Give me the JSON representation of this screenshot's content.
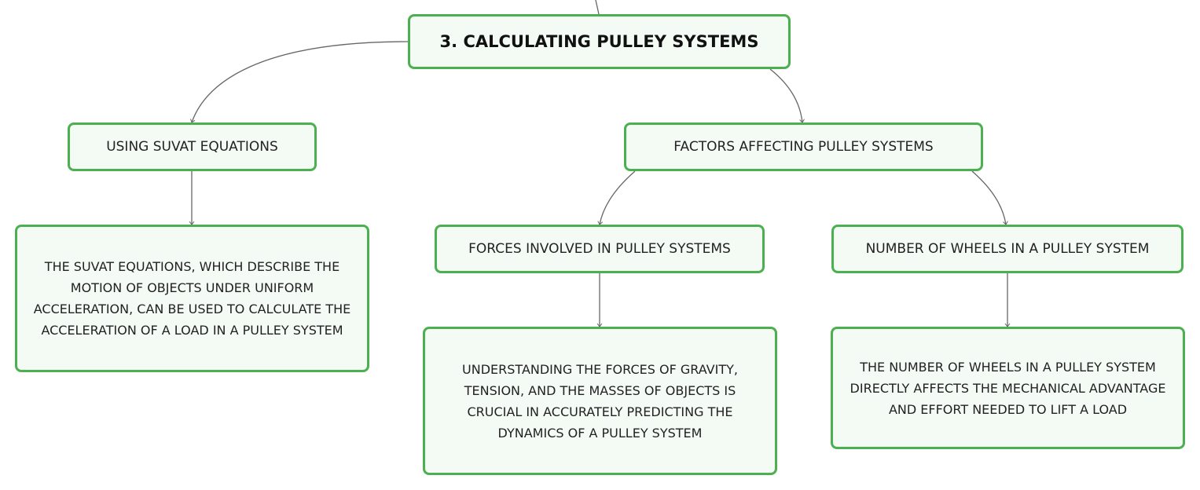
{
  "diagram": {
    "colors": {
      "border": "#4caf50",
      "fill": "#f4fbf5",
      "text": "#222222",
      "connector": "#666666"
    },
    "root": {
      "label": "3. CALCULATING PULLEY SYSTEMS"
    },
    "suvat": {
      "label": "USING SUVAT EQUATIONS",
      "description": "THE SUVAT EQUATIONS, WHICH DESCRIBE THE MOTION OF OBJECTS UNDER UNIFORM ACCELERATION, CAN BE USED TO CALCULATE THE ACCELERATION OF A LOAD IN A PULLEY SYSTEM"
    },
    "factors": {
      "label": "FACTORS AFFECTING PULLEY SYSTEMS",
      "forces": {
        "label": "FORCES INVOLVED IN PULLEY SYSTEMS",
        "description": "UNDERSTANDING THE FORCES OF GRAVITY, TENSION, AND THE MASSES OF OBJECTS IS CRUCIAL IN ACCURATELY PREDICTING THE DYNAMICS OF A PULLEY SYSTEM"
      },
      "wheels": {
        "label": "NUMBER OF WHEELS IN A PULLEY SYSTEM",
        "description": "THE NUMBER OF WHEELS IN A PULLEY SYSTEM DIRECTLY AFFECTS THE MECHANICAL ADVANTAGE AND EFFORT NEEDED TO LIFT A LOAD"
      }
    }
  }
}
